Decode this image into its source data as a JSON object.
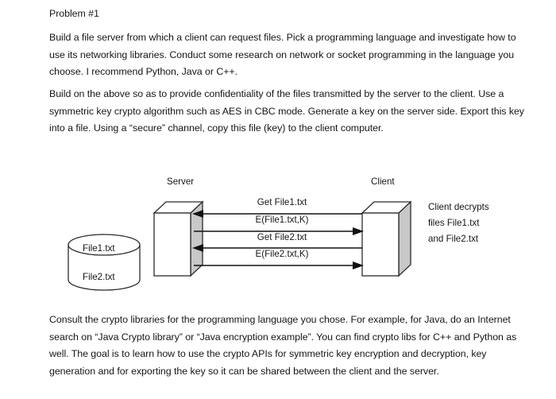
{
  "document": {
    "heading": "Problem #1",
    "paragraphs": [
      "Build a file server from which a client can request files. Pick a programming language and investigate how to use its networking libraries. Conduct some research on network or socket programming in the language you choose. I recommend Python, Java or C++.",
      "Build on the above so as to provide confidentiality of the files transmitted by the server to the client. Use a symmetric key crypto algorithm such as AES in CBC mode. Generate a key on the server side. Export this key into a file. Using a “secure” channel, copy this file (key) to the client computer.",
      "Consult the crypto libraries for the programming language you chose. For example, for Java, do an Internet search on “Java Crypto library” or “Java encryption example”. You can find crypto libs for C++ and Python as well. The goal is to learn how to use the crypto APIs for symmetric key encryption and decryption, key generation and for exporting the key so it can be shared between the client and the server."
    ]
  },
  "diagram": {
    "server_label": "Server",
    "client_label": "Client",
    "database": {
      "file1": "File1.txt",
      "file2": "File2.txt"
    },
    "messages": [
      {
        "label": "Get File1.txt",
        "direction": "client-to-server"
      },
      {
        "label": "E(File1.txt,K)",
        "direction": "server-to-client"
      },
      {
        "label": "Get File2.txt",
        "direction": "client-to-server"
      },
      {
        "label": "E(File2.txt,K)",
        "direction": "server-to-client"
      }
    ],
    "client_note": [
      "Client decrypts",
      "files File1.txt",
      "and File2.txt"
    ]
  },
  "colors": {
    "page_background": "#ffffff",
    "text": "#161616",
    "box_front": "#ffffff",
    "box_side": "#c8c8c8",
    "stroke": "#2b2b2b"
  }
}
